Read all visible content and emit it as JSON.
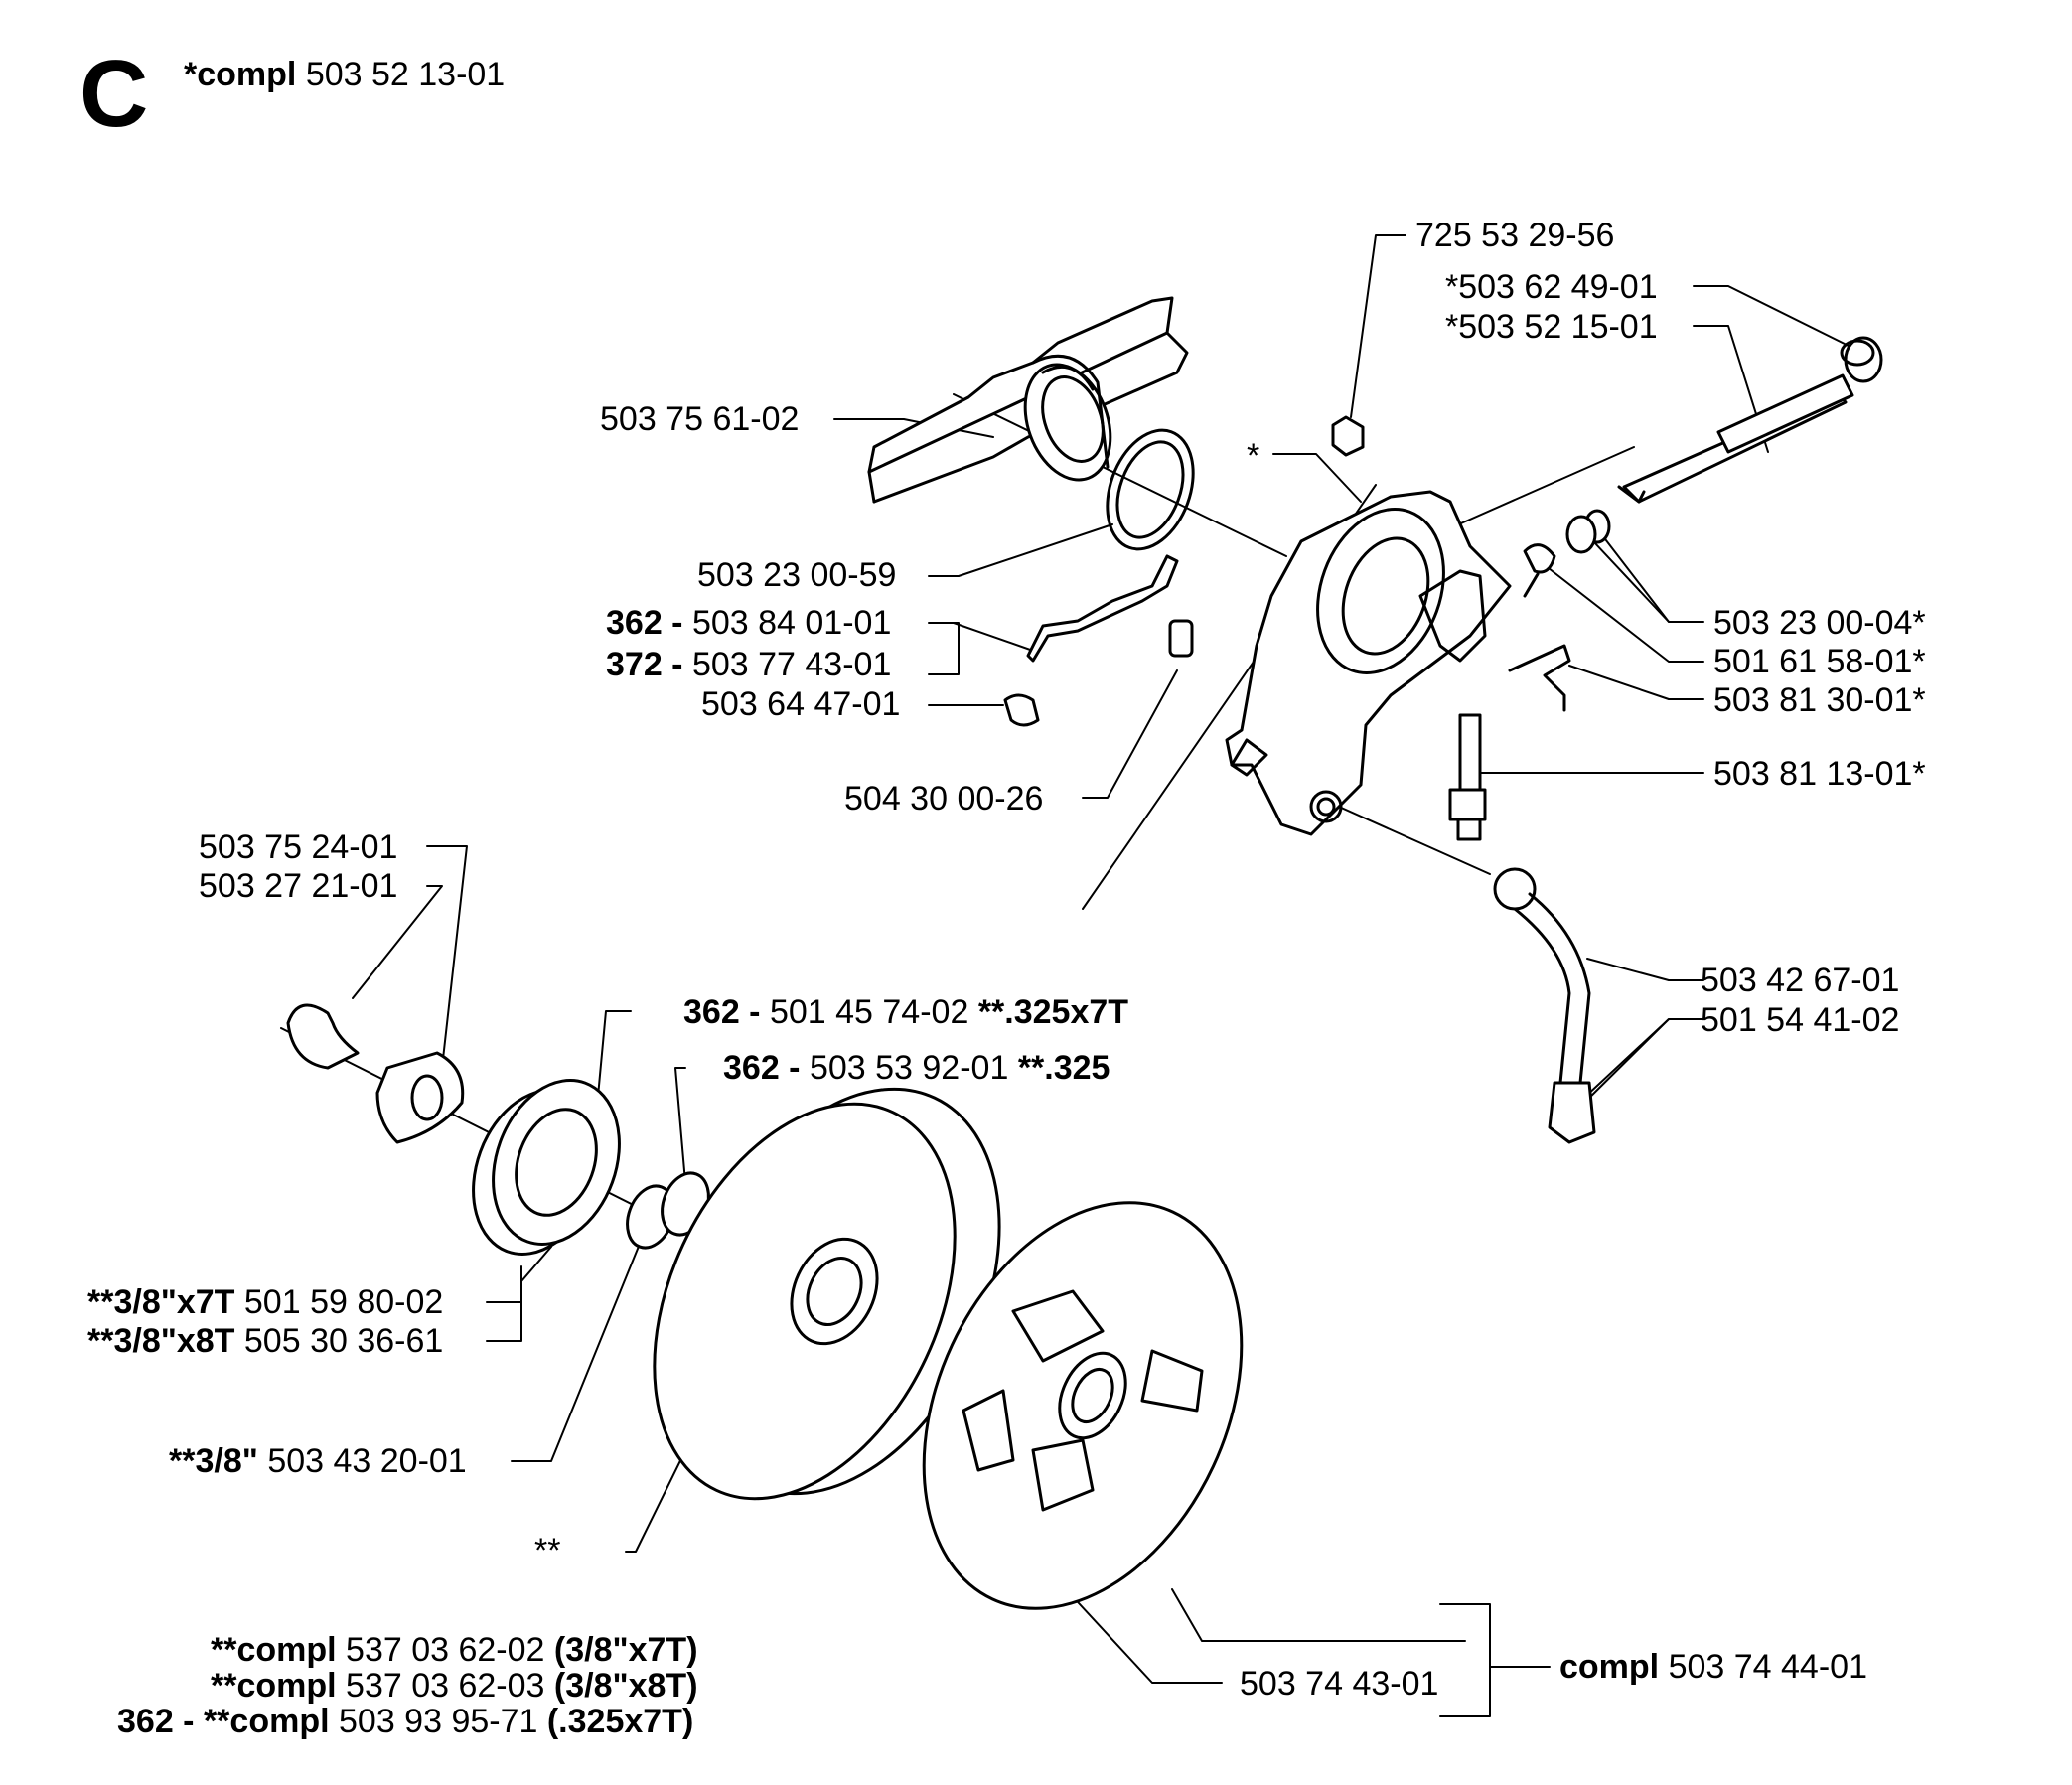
{
  "header": {
    "section_letter": "C",
    "compl_prefix": "*compl",
    "compl_number": "503 52 13-01"
  },
  "labels": {
    "p725532956": "725 53 29-56",
    "p503624901": "*503 62 49-01",
    "p503521501": "*503 52 15-01",
    "p503756102": "503 75 61-02",
    "star": "*",
    "p503230059": "503 23 00-59",
    "p362a_prefix": "362 -",
    "p503840101": "503 84 01-01",
    "p372_prefix": "372 -",
    "p503774301": "503 77 43-01",
    "p503644701": "503 64 47-01",
    "p504300026": "504 30 00-26",
    "p503230004": "503 23 00-04*",
    "p501615801": "501 61 58-01*",
    "p503813001": "503 81 30-01*",
    "p503811301": "503 81 13-01*",
    "p503752401": "503 75 24-01",
    "p503272101": "503 27 21-01",
    "p503426701": "503 42 67-01",
    "p501544102": "501 54 41-02",
    "p362b_prefix": "362 -",
    "p501457402": "501 45 74-02",
    "p501457402_suffix": "**.325x7T",
    "p362c_prefix": "362 -",
    "p503539201": "503 53 92-01",
    "p503539201_suffix": "**.325",
    "p501598002_prefix": "**3/8\"x7T",
    "p501598002": "501 59 80-02",
    "p505303661_prefix": "**3/8\"x8T",
    "p505303661": "505 30 36-61",
    "p503432001_prefix": "**3/8\"",
    "p503432001": "503 43 20-01",
    "double_star": "**",
    "p503744301": "503 74 43-01",
    "compl_right_prefix": "compl",
    "compl_right_number": "503 74 44-01"
  },
  "footer": [
    {
      "prefix": "**compl",
      "number": "537 03 62-02",
      "suffix": "(3/8\"x7T)"
    },
    {
      "prefix": "**compl",
      "number": "537 03 62-03",
      "suffix": "(3/8\"x8T)"
    },
    {
      "lead": "362 -",
      "prefix": "**compl",
      "number": "503 93 95-71",
      "suffix": "(.325x7T)"
    }
  ]
}
